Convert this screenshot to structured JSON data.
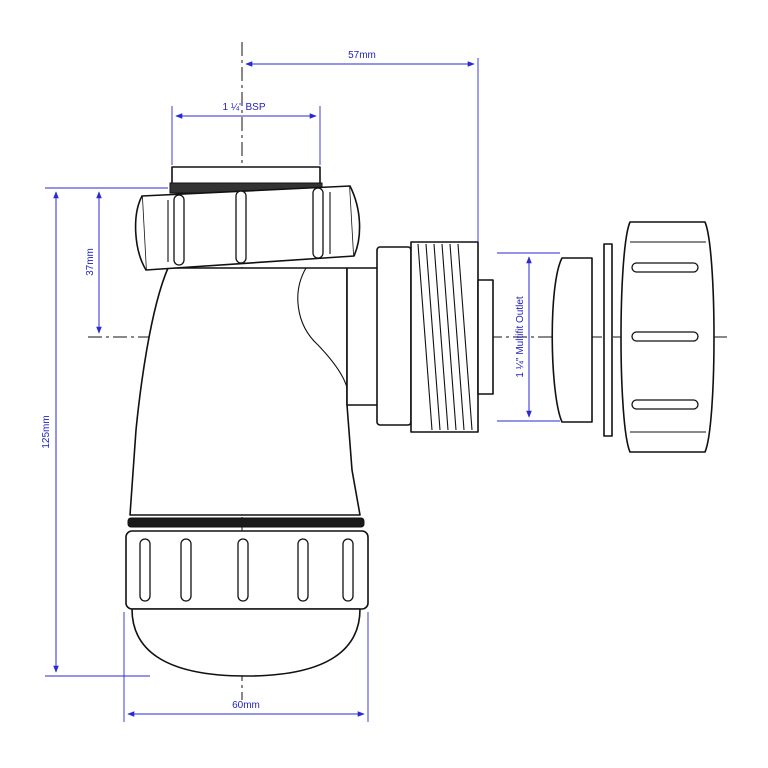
{
  "drawing": {
    "dimensions": {
      "offset_label": "57mm",
      "inlet_thread_label": "1 ¼\" BSP",
      "seal_height_label": "37mm",
      "total_height_label": "125mm",
      "width_label": "60mm",
      "outlet_label": "1 ¼\" Multifit Outlet"
    },
    "colors": {
      "dimension": "#2a2ad0",
      "outline": "#111111",
      "background": "#ffffff"
    }
  }
}
